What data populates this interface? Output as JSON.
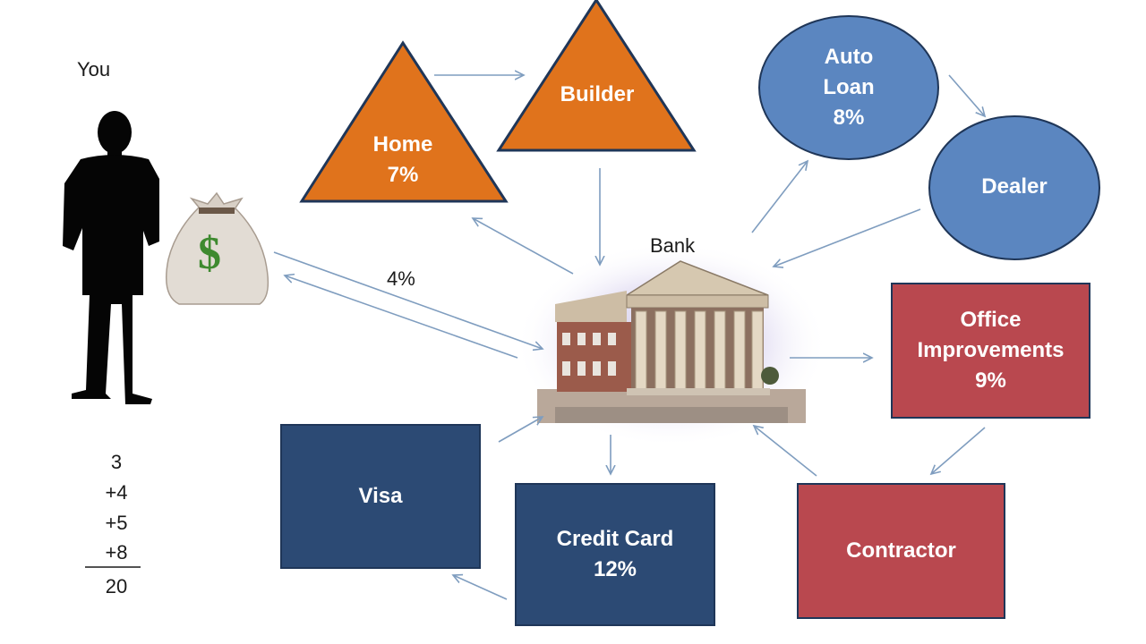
{
  "you_label": "You",
  "bank_label": "Bank",
  "rate_label": "4%",
  "home": {
    "name": "Home",
    "rate": "7%"
  },
  "builder": {
    "name": "Builder"
  },
  "auto_loan": {
    "line1": "Auto",
    "line2": "Loan",
    "rate": "8%"
  },
  "dealer": {
    "name": "Dealer"
  },
  "office": {
    "line1": "Office",
    "line2": "Improvements",
    "rate": "9%"
  },
  "contractor": {
    "name": "Contractor"
  },
  "credit_card": {
    "name": "Credit Card",
    "rate": "12%"
  },
  "visa": {
    "name": "Visa"
  },
  "sum": {
    "a": "3",
    "b": "+4",
    "c": "+5",
    "d": "+8",
    "total": "20"
  },
  "colors": {
    "orange": "#e0731c",
    "blue_circle": "#5b86c0",
    "red_box": "#b9484f",
    "navy_box": "#2c4a74",
    "arrow": "#7f9dbf"
  }
}
